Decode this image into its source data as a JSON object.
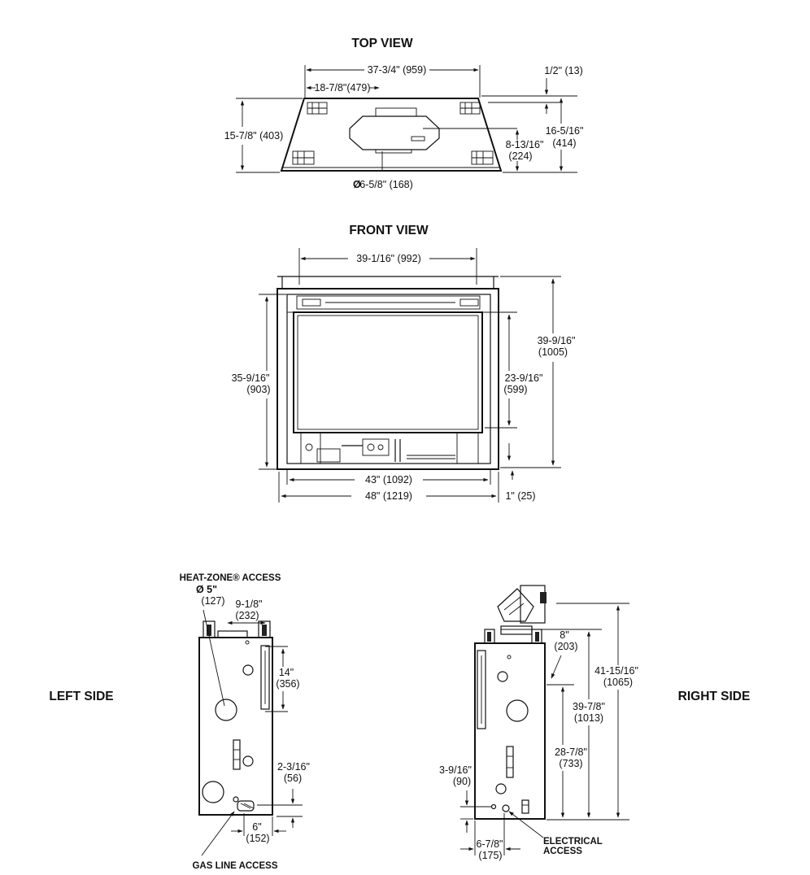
{
  "top_view": {
    "title": "TOP VIEW",
    "dim_width_overall": "37-3/4\" (959)",
    "dim_center": "18-7/8\"(479)",
    "dim_depth_left": "15-7/8\" (403)",
    "dim_offset_top": "1/2\" (13)",
    "dim_depth_right_1": "16-5/16\"",
    "dim_depth_right_2": "(414)",
    "dim_flue_center_1": "8-13/16\"",
    "dim_flue_center_2": "(224)",
    "dim_flue_diameter": "6-5/8\" (168)"
  },
  "front_view": {
    "title": "FRONT VIEW",
    "dim_top_width": "39-1/16\" (992)",
    "dim_height_left_1": "35-9/16\"",
    "dim_height_left_2": "(903)",
    "dim_glass_height_1": "23-9/16\"",
    "dim_glass_height_2": "(599)",
    "dim_overall_height_1": "39-9/16\"",
    "dim_overall_height_2": "(1005)",
    "dim_inner_width": "43\" (1092)",
    "dim_outer_width": "48\" (1219)",
    "dim_base": "1\" (25)"
  },
  "left_side": {
    "title": "LEFT SIDE",
    "heat_zone_callout": "HEAT-ZONE® ACCESS",
    "dim_heat_zone_dia_1": "Ø  5\"",
    "dim_heat_zone_dia_2": "(127)",
    "dim_heat_zone_offset_1": "9-1/8\"",
    "dim_heat_zone_offset_2": "(232)",
    "dim_heat_zone_height_1": "14\"",
    "dim_heat_zone_height_2": "(356)",
    "dim_gas_height_1": "2-3/16\"",
    "dim_gas_height_2": "(56)",
    "dim_gas_offset_1": "6\"",
    "dim_gas_offset_2": "(152)",
    "gas_callout": "GAS LINE ACCESS"
  },
  "right_side": {
    "title": "RIGHT SIDE",
    "dim_flue_offset_1": "8\"",
    "dim_flue_offset_2": "(203)",
    "dim_flue_top_1": "41-15/16\"",
    "dim_flue_top_2": "(1065)",
    "dim_top_1": "39-7/8\"",
    "dim_top_2": "(1013)",
    "dim_flue_height_1": "28-7/8\"",
    "dim_flue_height_2": "(733)",
    "dim_elec_height_1": "3-9/16\"",
    "dim_elec_height_2": "(90)",
    "dim_elec_offset_1": "6-7/8\"",
    "dim_elec_offset_2": "(175)",
    "electrical_callout_1": "ELECTRICAL",
    "electrical_callout_2": "ACCESS"
  }
}
